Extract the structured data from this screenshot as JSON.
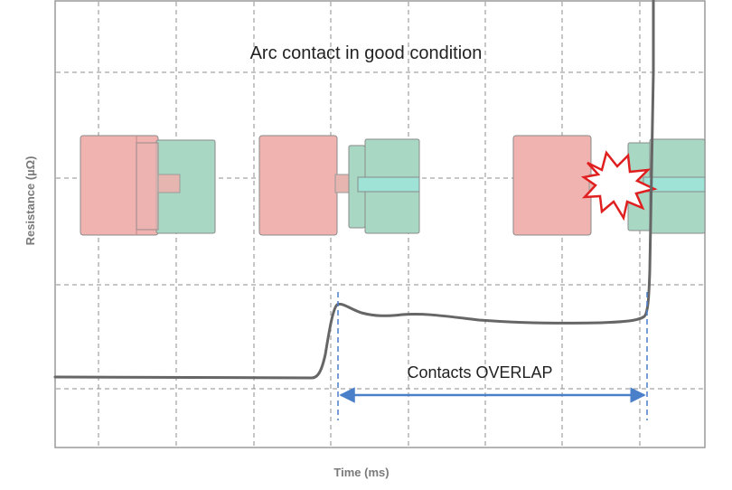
{
  "figure": {
    "title": "Arc contact in good condition",
    "ylabel": "Resistance (µΩ)",
    "xlabel": "Time (ms)",
    "annotation": "Contacts OVERLAP"
  },
  "colors": {
    "frame": "#9a9a9a",
    "grid": "#8c8c8c",
    "curve": "#666666",
    "moving_contact": "#f1b3b0",
    "fixed_contact": "#a8d8c4",
    "pin": "#9fe3d6",
    "arrow": "#4a7fc9",
    "spark": "#e02020"
  },
  "stages": [
    {
      "name": "closed",
      "gap": 0
    },
    {
      "name": "separating",
      "gap": 1
    },
    {
      "name": "arcing",
      "gap": 2
    }
  ]
}
